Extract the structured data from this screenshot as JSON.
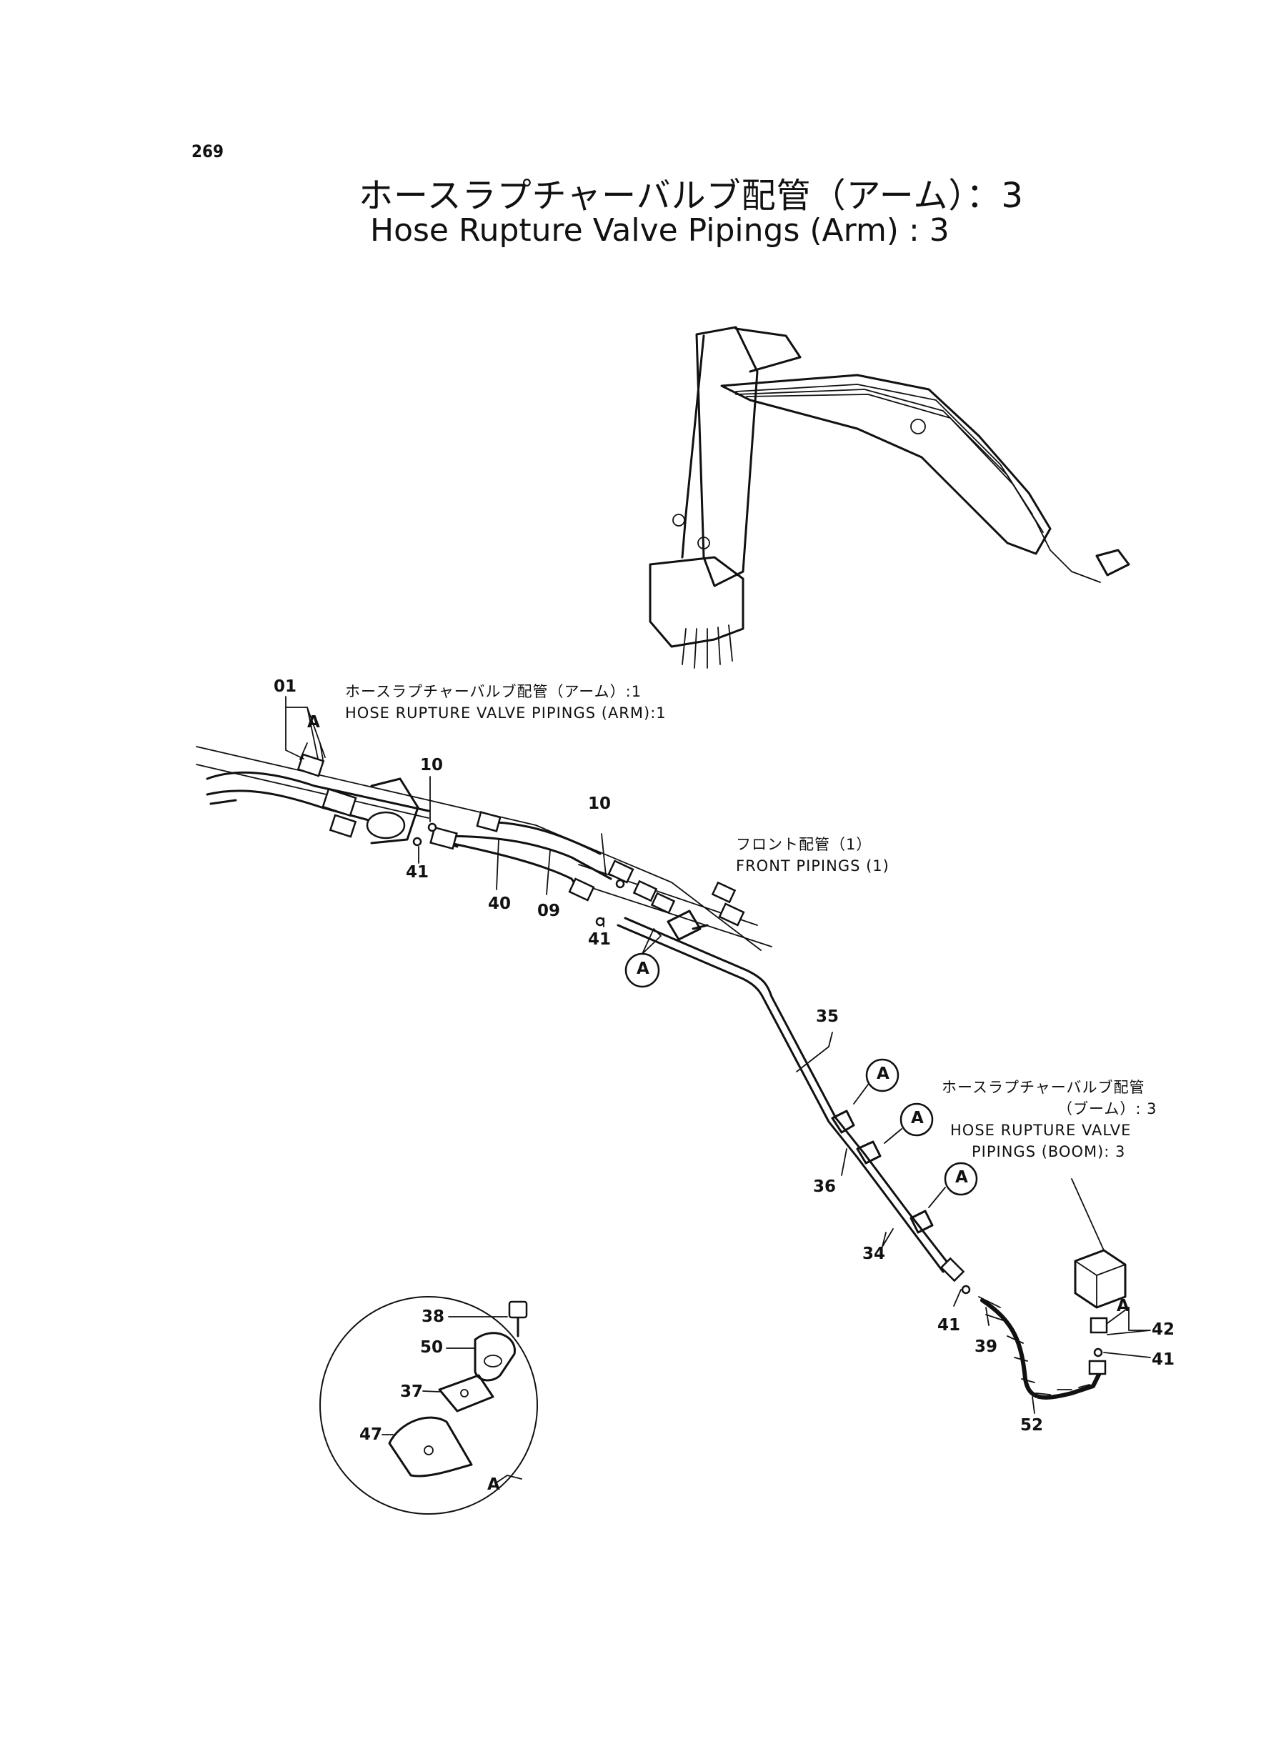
{
  "page_number": "269",
  "title_jp": "ホースラプチャーバルブ配管（アーム）：3",
  "title_en": "Hose Rupture Valve Pipings (Arm) : 3",
  "notes": {
    "arm1_jp": "ホースラプチャーバルブ配管（アーム）:1",
    "arm1_en": "HOSE RUPTURE VALVE PIPINGS (ARM):1",
    "front_jp": "フロント配管（1）",
    "front_en": "FRONT PIPINGS (1)",
    "boom3_jp_1": "ホースラプチャーバルブ配管",
    "boom3_jp_2": "（ブーム）: 3",
    "boom3_en_1": "HOSE RUPTURE VALVE",
    "boom3_en_2": "PIPINGS (BOOM): 3"
  },
  "callouts": {
    "c01": "01",
    "cA_top": "A",
    "c10_a": "10",
    "c10_b": "10",
    "c41_a": "41",
    "c40": "40",
    "c09": "09",
    "c41_b": "41",
    "c35": "35",
    "c36": "36",
    "c34": "34",
    "c41_c": "41",
    "c39": "39",
    "c52": "52",
    "c42": "42",
    "c41_d": "41",
    "cA_right": "A",
    "c38": "38",
    "c50": "50",
    "c37": "37",
    "c47": "47",
    "cA_detail": "A"
  },
  "detail_markers": [
    "A",
    "A",
    "A",
    "A"
  ],
  "colors": {
    "ink": "#111111",
    "paper": "#ffffff"
  }
}
